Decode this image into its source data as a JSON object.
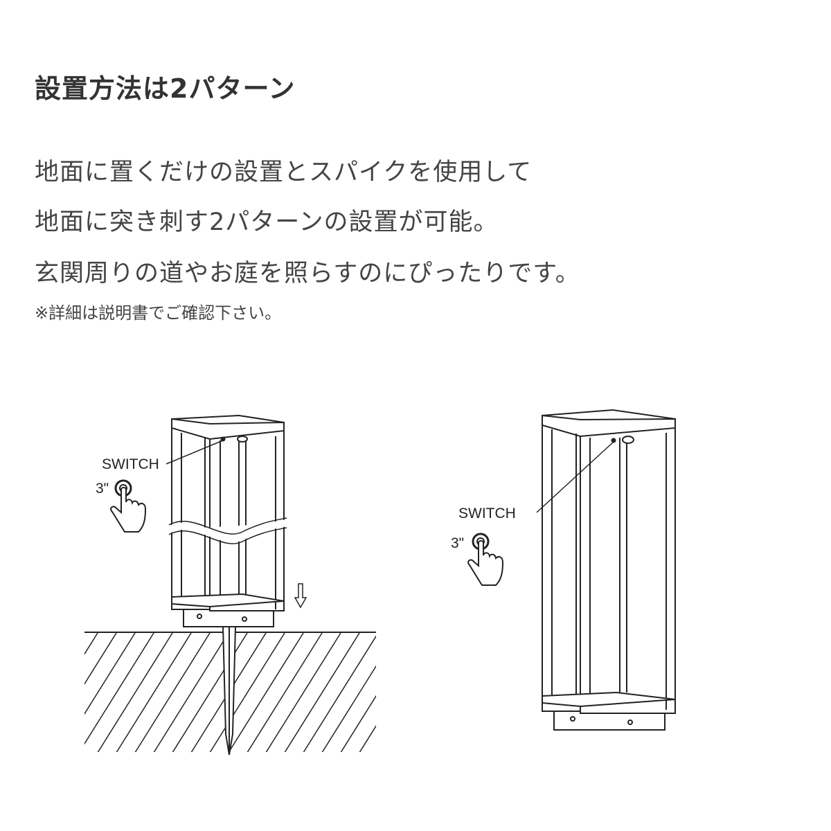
{
  "title": "設置方法は2パターン",
  "description": [
    "地面に置くだけの設置とスパイクを使用して",
    "地面に突き刺す2パターンの設置が可能。",
    "玄関周りの道やお庭を照らすのにぴったりです。"
  ],
  "note": "※詳細は説明書でご確認下さい。",
  "illustrations": {
    "left": {
      "switch_label": "SWITCH",
      "press_label": "3\""
    },
    "right": {
      "switch_label": "SWITCH",
      "press_label": "3\""
    }
  }
}
